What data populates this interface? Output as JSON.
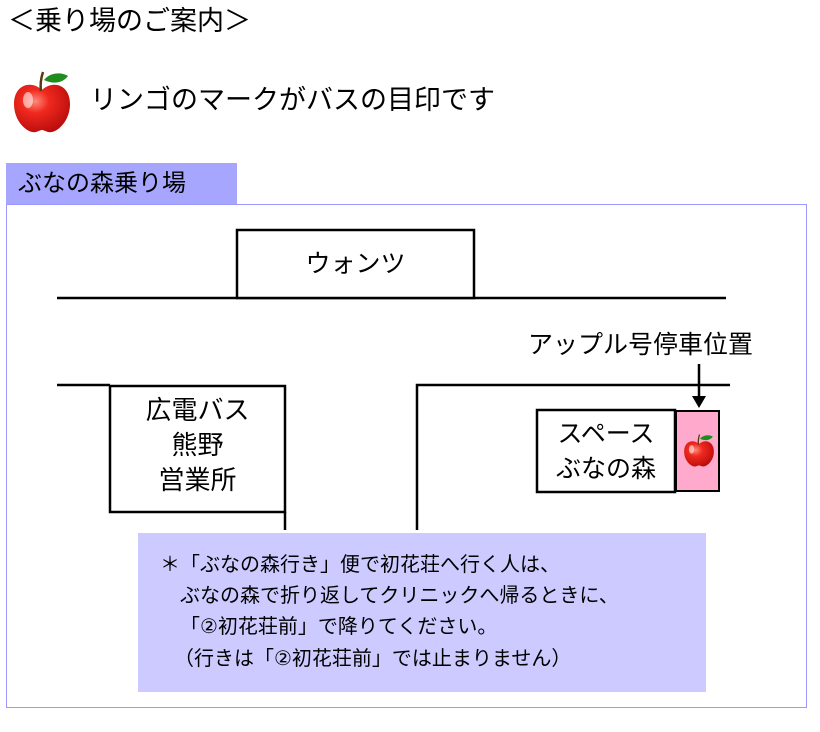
{
  "header": {
    "title": "＜乗り場のご案内＞"
  },
  "legend": {
    "icon": "apple-icon",
    "text": "リンゴのマークがバスの目印です"
  },
  "stop": {
    "tab_label": "ぶなの森乗り場"
  },
  "map": {
    "buildings": {
      "wants": "ウォンツ",
      "depot_lines": [
        "広電バス",
        "熊野",
        "営業所"
      ],
      "space_lines": [
        "スペース",
        "ぶなの森"
      ]
    },
    "stop_caption": "アップル号停車位置",
    "stop_marker_icon": "apple-icon",
    "arrow_icon": "arrow-down-icon"
  },
  "note": {
    "lines": [
      "＊「ぶなの森行き」便で初花荘へ行く人は、",
      "ぶなの森で折り返してクリニックへ帰るときに、",
      "「②初花荘前」で降りてください。",
      "（行きは「②初花荘前」では止まりません）"
    ]
  },
  "colors": {
    "tab_bg": "#a6a6ff",
    "frame_border": "#9999ff",
    "note_bg": "#cccaff",
    "stop_marker_bg": "#ffaacc",
    "apple_red": "#e51a1a",
    "leaf_green": "#1e8c1e"
  }
}
